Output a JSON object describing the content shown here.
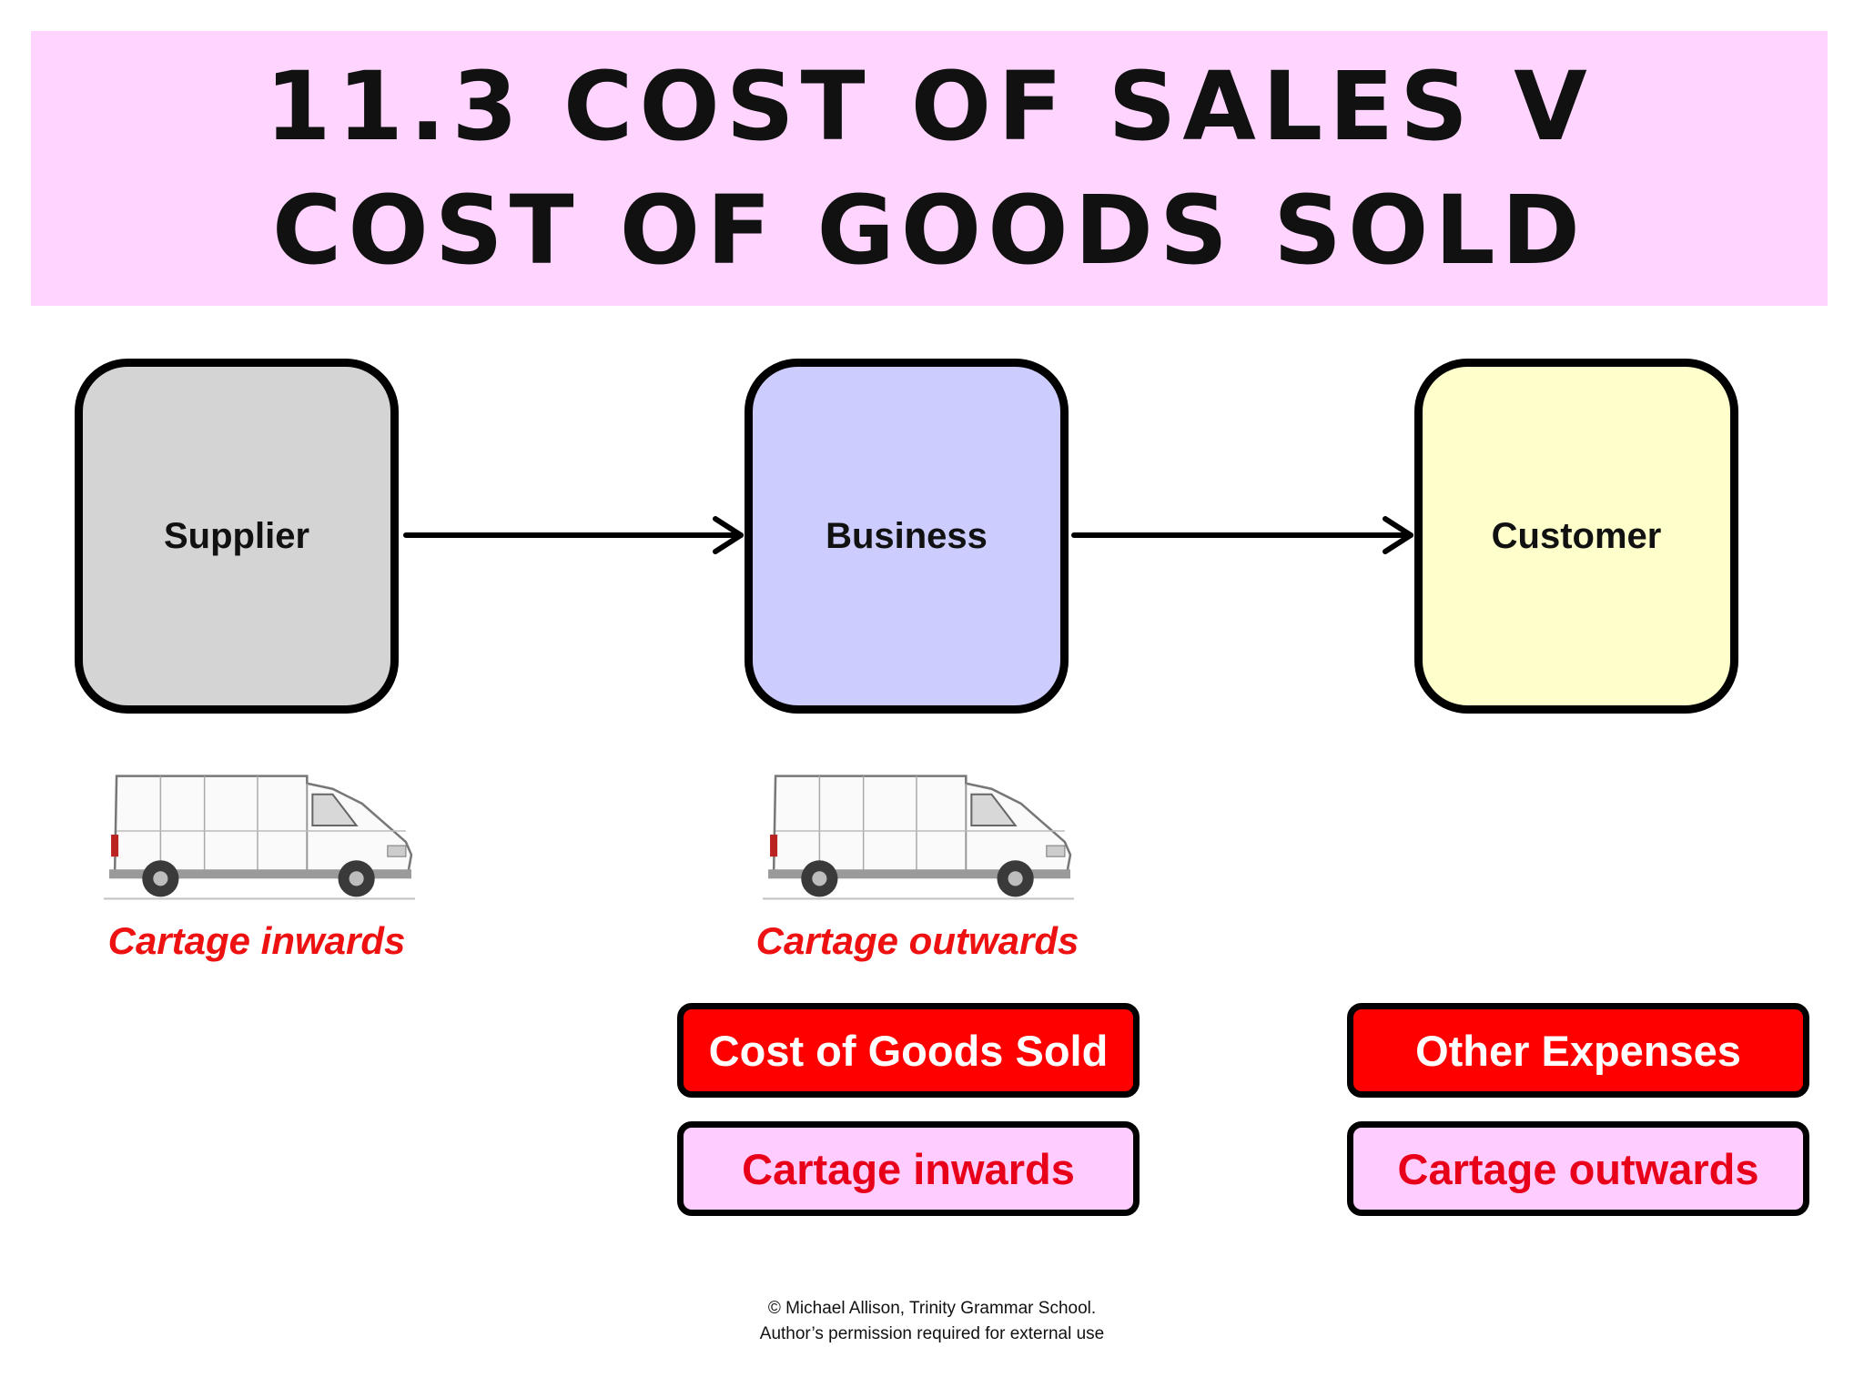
{
  "title": {
    "line1": "11.3 COST OF SALES V",
    "line2": "COST OF GOODS SOLD"
  },
  "colors": {
    "title_band": "#ffd4ff",
    "supplier": "#d4d4d4",
    "business": "#ccccff",
    "customer": "#ffffcc",
    "red_tag": "#ff0000",
    "pink_tag": "#ffccff",
    "cartage_text": "#ee1111"
  },
  "entities": {
    "supplier": "Supplier",
    "business": "Business",
    "customer": "Customer"
  },
  "vans": [
    {
      "icon": "van-icon",
      "label": "Cartage inwards"
    },
    {
      "icon": "van-icon",
      "label": "Cartage outwards"
    }
  ],
  "classification": {
    "cogs": {
      "heading": "Cost of Goods Sold",
      "item": "Cartage inwards"
    },
    "other": {
      "heading": "Other Expenses",
      "item": "Cartage outwards"
    }
  },
  "footer": {
    "line1": "© Michael Allison, Trinity Grammar School.",
    "line2": "Author’s permission required for external use"
  }
}
